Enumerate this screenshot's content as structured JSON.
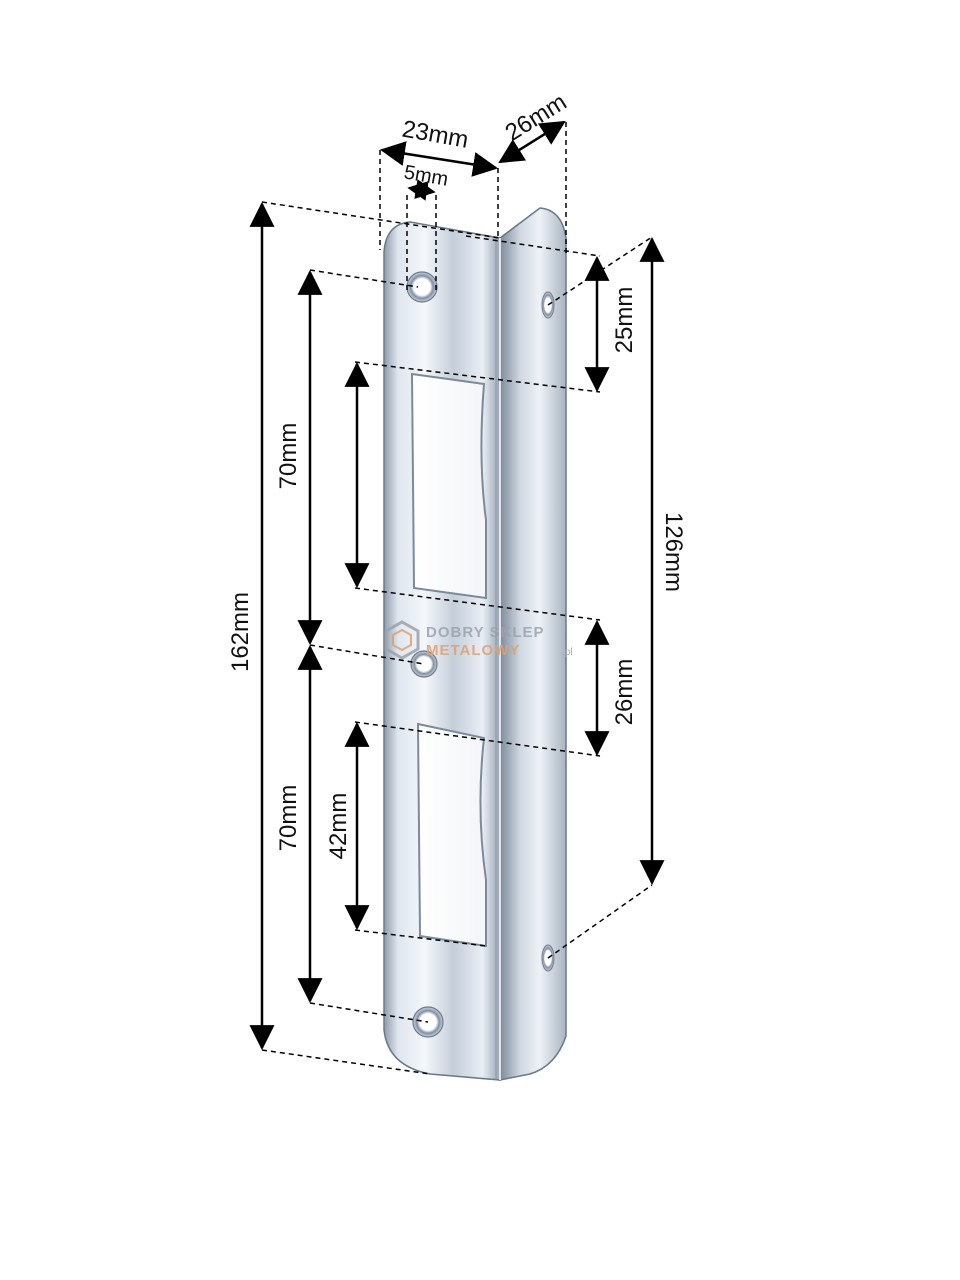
{
  "dimensions": {
    "overall_height": "162mm",
    "side_flange_height": "126mm",
    "plate_width": "23mm",
    "flange_depth": "26mm",
    "hole_offset": "5mm",
    "upper_hole_spacing": "70mm",
    "lower_hole_spacing": "70mm",
    "top_hole_to_slot": "25mm",
    "slot_gap": "26mm",
    "lower_slot_height": "42mm"
  },
  "watermark": {
    "line1": "DOBRY SKLEP",
    "line2": "METALOWY",
    "suffix": ".pl"
  },
  "colors": {
    "dimension": "#000000",
    "steel_light": "#e8edf4",
    "steel_mid": "#b9c3cf",
    "steel_dark": "#6f7d8e",
    "watermark_grey": "#9aa3ad",
    "watermark_orange": "#e0a070"
  }
}
